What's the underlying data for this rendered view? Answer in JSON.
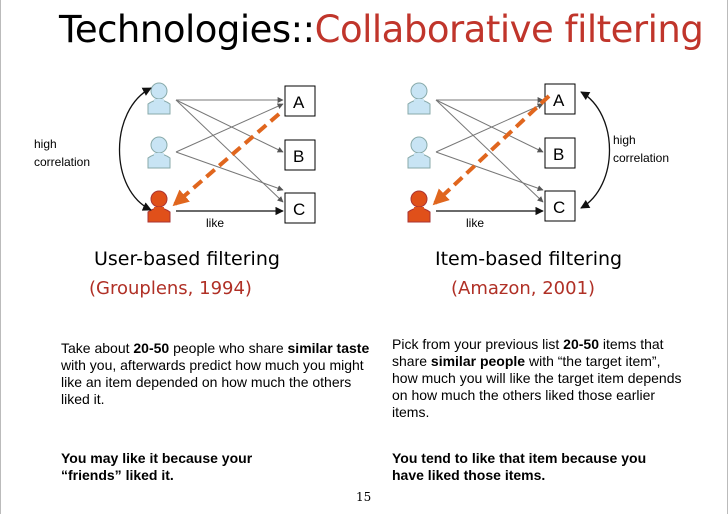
{
  "title": {
    "prefix": "Technologies::",
    "accent": "Collaborative filtering"
  },
  "left_diagram": {
    "items": [
      "A",
      "B",
      "C"
    ],
    "correlation_label_line1": "high",
    "correlation_label_line2": "correlation",
    "like_label": "like"
  },
  "right_diagram": {
    "items": [
      "A",
      "B",
      "C"
    ],
    "correlation_label_line1": "high",
    "correlation_label_line2": "correlation",
    "like_label": "like"
  },
  "left_column": {
    "heading": "User-based filtering",
    "subheading": "(Grouplens, 1994)",
    "para1": [
      "Take about ",
      "20-50",
      " people who share ",
      "similar taste",
      " with you, afterwards predict how much you might like an item depended on how much the others liked it."
    ],
    "para2": "You may like it because your “friends” liked it."
  },
  "right_column": {
    "heading": "Item-based filtering",
    "subheading": "(Amazon, 2001)",
    "para1": [
      "Pick from your previous list ",
      "20-50",
      " items that share ",
      "similar people",
      " with “the target item”, how much you will like the target item depends on how much the others liked those earlier items."
    ],
    "para2": "You tend to like that item because you have liked those items."
  },
  "page_number": "15",
  "colors": {
    "accent": "#c0352b",
    "person_blue": "#c8e4f4",
    "person_orange": "#e0501a",
    "dashed_arrow": "#e0661e"
  }
}
